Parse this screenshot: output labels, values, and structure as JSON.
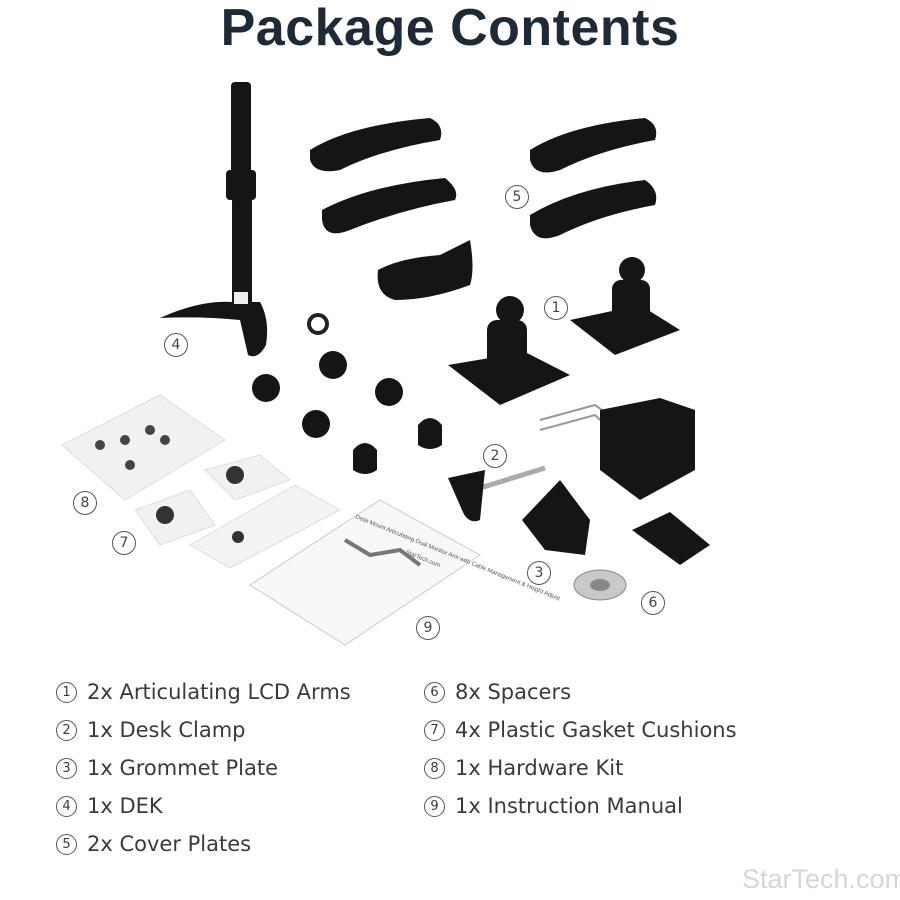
{
  "title": "Package Contents",
  "callouts": {
    "arms": "1",
    "clamp": "2",
    "grommet": "3",
    "pole": "4",
    "cover": "5",
    "spacers": "6",
    "gaskets": "7",
    "hardware": "8",
    "manual": "9"
  },
  "legend": [
    {
      "num": "1",
      "label": "2x Articulating LCD Arms"
    },
    {
      "num": "2",
      "label": "1x Desk Clamp"
    },
    {
      "num": "3",
      "label": "1x Grommet Plate"
    },
    {
      "num": "4",
      "label": "1x DEK"
    },
    {
      "num": "5",
      "label": "2x Cover Plates"
    },
    {
      "num": "6",
      "label": "8x Spacers"
    },
    {
      "num": "7",
      "label": "4x Plastic Gasket Cushions"
    },
    {
      "num": "8",
      "label": "1x Hardware Kit"
    },
    {
      "num": "9",
      "label": "1x Instruction Manual"
    }
  ],
  "manual": {
    "heading": "Desk Mount Articulating Dual Monitor Arm with Cable Management & Height Adjust",
    "brand": "StarTech.com"
  },
  "watermark": "StarTech.com",
  "colors": {
    "title": "#1d2a38",
    "parts": "#111111",
    "text": "#3a3a3a",
    "watermark": "#d6d6d6"
  }
}
